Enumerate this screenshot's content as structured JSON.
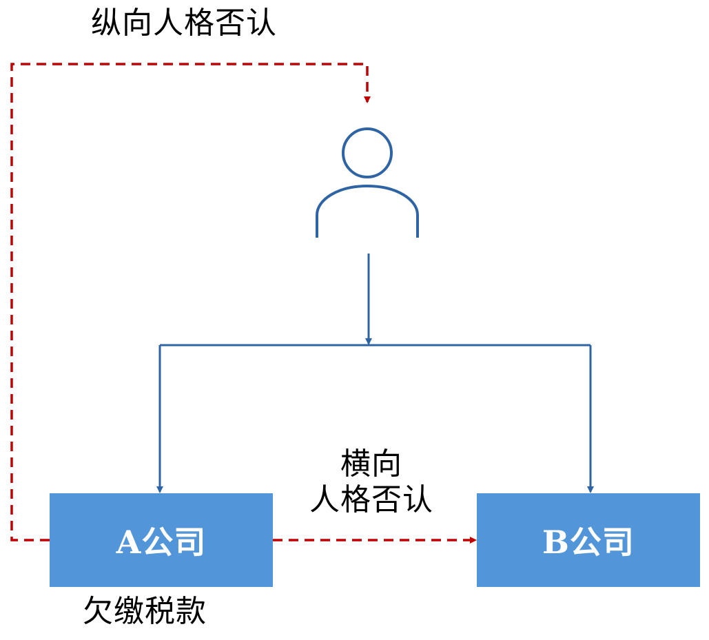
{
  "labels": {
    "vertical_piercing": "纵向人格否认",
    "horizontal_line1": "横向",
    "horizontal_line2": "人格否认",
    "tax_arrears": "欠缴税款"
  },
  "companies": {
    "a": "A公司",
    "b": "B公司"
  },
  "colors": {
    "box_fill": "#5295d8",
    "solid_line": "#2e63a4",
    "dashed_line": "#c00000",
    "text": "#000000",
    "box_text": "#ffffff"
  },
  "icons": {
    "shareholder": "person-icon"
  }
}
